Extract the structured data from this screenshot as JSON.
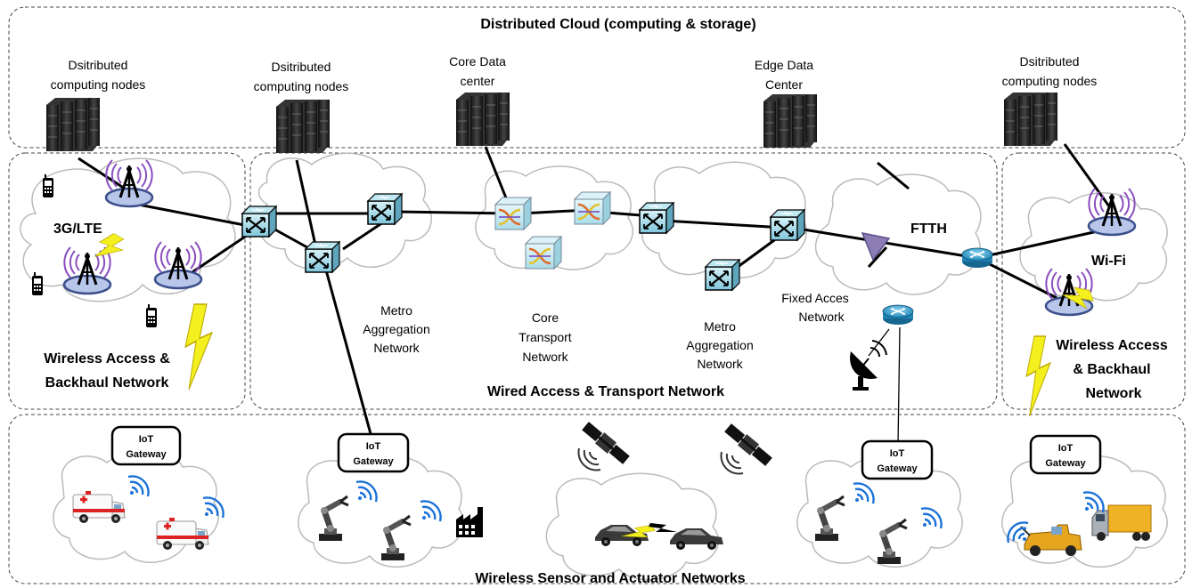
{
  "zones": {
    "cloud_title": "Distributed Cloud (computing & storage)",
    "wired_title": "Wired Access & Transport Network",
    "wsan_title": "Wireless Sensor and Actuator Networks",
    "wireless_left_title": [
      "Wireless Access &",
      "Backhaul Network"
    ],
    "wireless_right_title": [
      "Wireless Access",
      "& Backhaul",
      "Network"
    ]
  },
  "datacenters": {
    "dc1": [
      "Dsitributed",
      "computing nodes"
    ],
    "dc2": [
      "Dsitributed",
      "computing nodes"
    ],
    "dc3": [
      "Core Data",
      "center"
    ],
    "dc4": [
      "Edge Data",
      "Center"
    ],
    "dc5": [
      "Dsitributed",
      "computing nodes"
    ]
  },
  "networks": {
    "lte": "3G/LTE",
    "ftth": "FTTH",
    "wifi": "Wi-Fi",
    "metro_left": [
      "Metro",
      "Aggregation",
      "Network"
    ],
    "core": [
      "Core",
      "Transport",
      "Network"
    ],
    "metro_right": [
      "Metro",
      "Aggregation",
      "Network"
    ],
    "fixed": [
      "Fixed Acces",
      "Network"
    ]
  },
  "gateways": {
    "line1": "IoT",
    "line2": "Gateway"
  },
  "icon_names": [
    "server-rack-icon",
    "cell-tower-icon",
    "optical-switch-icon",
    "router-icon",
    "cellphone-icon",
    "lightning-icon",
    "satellite-icon",
    "satellite-dish-icon",
    "ambulance-icon",
    "robot-arm-icon",
    "factory-icon",
    "car-icon",
    "truck-icon",
    "wifi-signal-icon"
  ]
}
